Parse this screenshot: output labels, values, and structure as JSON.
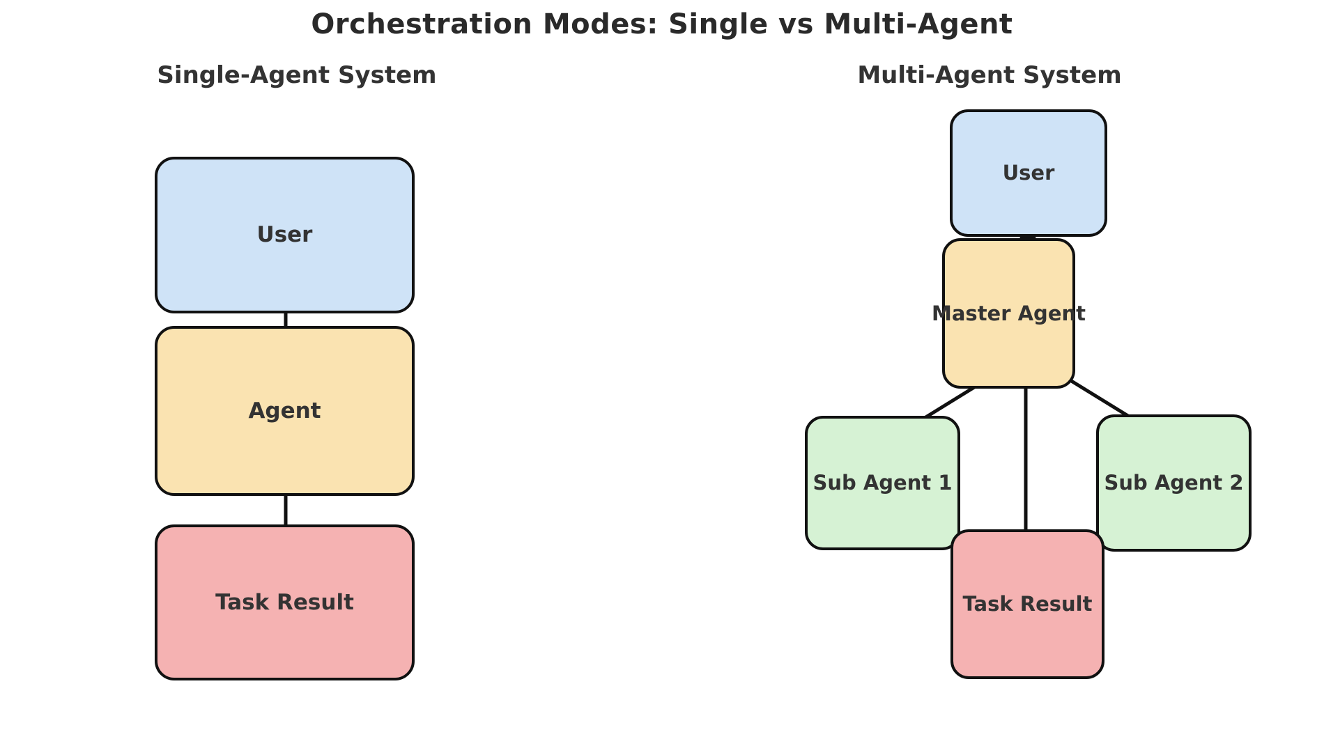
{
  "title": "Orchestration Modes: Single vs Multi-Agent",
  "colors": {
    "background": "#ffffff",
    "text": "#333333",
    "box_border": "#111111",
    "arrow": "#111111",
    "node_user": "#CFE3F7",
    "node_agent": "#FAE3B1",
    "node_sub_agent": "#D6F2D4",
    "node_task_result": "#F5B2B2"
  },
  "single_agent": {
    "heading": "Single-Agent System",
    "nodes": {
      "user": {
        "label": "User"
      },
      "agent": {
        "label": "Agent"
      },
      "task_result": {
        "label": "Task Result"
      }
    },
    "edges": [
      {
        "from": "user",
        "to": "agent",
        "direction": "bidirectional"
      },
      {
        "from": "task_result",
        "to": "agent",
        "direction": "up"
      }
    ]
  },
  "multi_agent": {
    "heading": "Multi-Agent System",
    "nodes": {
      "user": {
        "label": "User"
      },
      "master_agent": {
        "label": "Master Agent"
      },
      "sub_agent_1": {
        "label": "Sub Agent 1"
      },
      "sub_agent_2": {
        "label": "Sub Agent 2"
      },
      "task_result": {
        "label": "Task Result"
      }
    },
    "edges": [
      {
        "from": "master_agent",
        "to": "user",
        "direction": "up"
      },
      {
        "from": "sub_agent_1",
        "to": "master_agent",
        "direction": "up"
      },
      {
        "from": "task_result",
        "to": "master_agent",
        "direction": "up"
      },
      {
        "from": "sub_agent_2",
        "to": "master_agent",
        "direction": "up"
      }
    ]
  }
}
